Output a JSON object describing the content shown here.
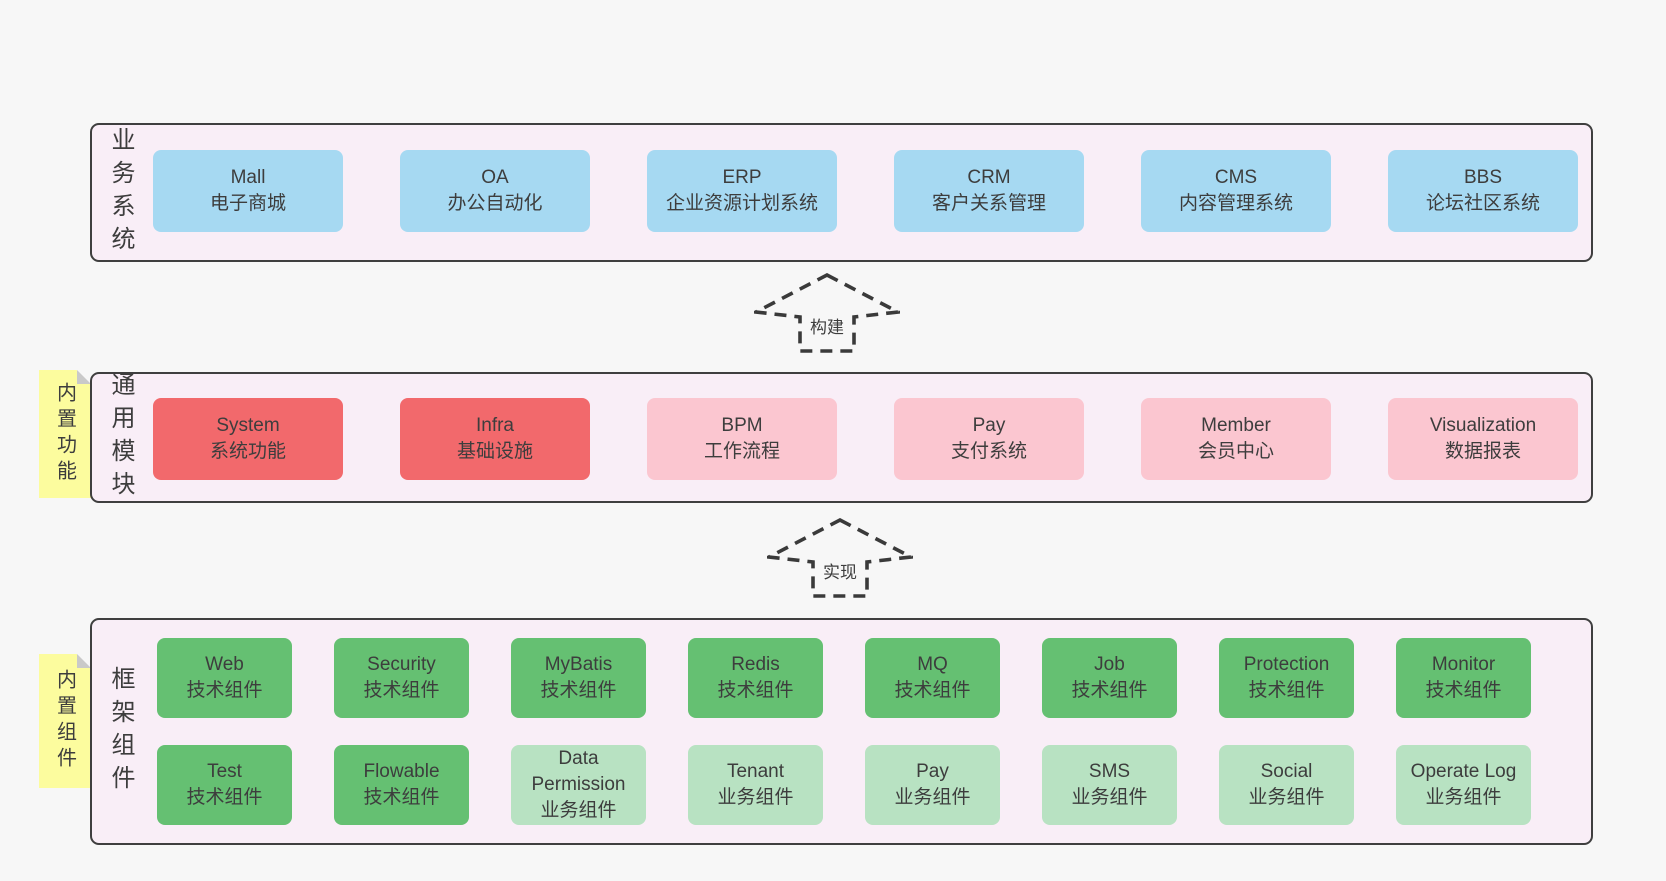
{
  "palette": {
    "page_bg": "#f7f7f7",
    "container_bg": "#f9eef7",
    "container_border": "#3f3f3f",
    "blue": "#a6d9f2",
    "red": "#f2696c",
    "pink": "#fbc6d0",
    "green": "#65c072",
    "light_green": "#b8e2c2",
    "sticky_yellow": "#fcfc9e",
    "sticky_fold": "#c9c9c9",
    "text": "#3d3d3d"
  },
  "layers": [
    {
      "label": "业务系统",
      "boxes": [
        {
          "title": "Mall",
          "subtitle": "电子商城",
          "variant": "blue"
        },
        {
          "title": "OA",
          "subtitle": "办公自动化",
          "variant": "blue"
        },
        {
          "title": "ERP",
          "subtitle": "企业资源计划系统",
          "variant": "blue"
        },
        {
          "title": "CRM",
          "subtitle": "客户关系管理",
          "variant": "blue"
        },
        {
          "title": "CMS",
          "subtitle": "内容管理系统",
          "variant": "blue"
        },
        {
          "title": "BBS",
          "subtitle": "论坛社区系统",
          "variant": "blue"
        }
      ]
    },
    {
      "label": "通用模块",
      "sticky_note": "内置功能",
      "boxes": [
        {
          "title": "System",
          "subtitle": "系统功能",
          "variant": "red"
        },
        {
          "title": "Infra",
          "subtitle": "基础设施",
          "variant": "red"
        },
        {
          "title": "BPM",
          "subtitle": "工作流程",
          "variant": "pink"
        },
        {
          "title": "Pay",
          "subtitle": "支付系统",
          "variant": "pink"
        },
        {
          "title": "Member",
          "subtitle": "会员中心",
          "variant": "pink"
        },
        {
          "title": "Visualization",
          "subtitle": "数据报表",
          "variant": "pink"
        }
      ]
    },
    {
      "label": "框架组件",
      "sticky_note": "内置组件",
      "boxes": [
        {
          "title": "Web",
          "subtitle": "技术组件",
          "variant": "green"
        },
        {
          "title": "Security",
          "subtitle": "技术组件",
          "variant": "green"
        },
        {
          "title": "MyBatis",
          "subtitle": "技术组件",
          "variant": "green"
        },
        {
          "title": "Redis",
          "subtitle": "技术组件",
          "variant": "green"
        },
        {
          "title": "MQ",
          "subtitle": "技术组件",
          "variant": "green"
        },
        {
          "title": "Job",
          "subtitle": "技术组件",
          "variant": "green"
        },
        {
          "title": "Protection",
          "subtitle": "技术组件",
          "variant": "green"
        },
        {
          "title": "Monitor",
          "subtitle": "技术组件",
          "variant": "green"
        },
        {
          "title": "Test",
          "subtitle": "技术组件",
          "variant": "green"
        },
        {
          "title": "Flowable",
          "subtitle": "技术组件",
          "variant": "green"
        },
        {
          "title": "Data Permission",
          "subtitle": "业务组件",
          "variant": "lightgreen"
        },
        {
          "title": "Tenant",
          "subtitle": "业务组件",
          "variant": "lightgreen"
        },
        {
          "title": "Pay",
          "subtitle": "业务组件",
          "variant": "lightgreen"
        },
        {
          "title": "SMS",
          "subtitle": "业务组件",
          "variant": "lightgreen"
        },
        {
          "title": "Social",
          "subtitle": "业务组件",
          "variant": "lightgreen"
        },
        {
          "title": "Operate Log",
          "subtitle": "业务组件",
          "variant": "lightgreen"
        }
      ]
    }
  ],
  "arrows": [
    {
      "label": "构建"
    },
    {
      "label": "实现"
    }
  ]
}
